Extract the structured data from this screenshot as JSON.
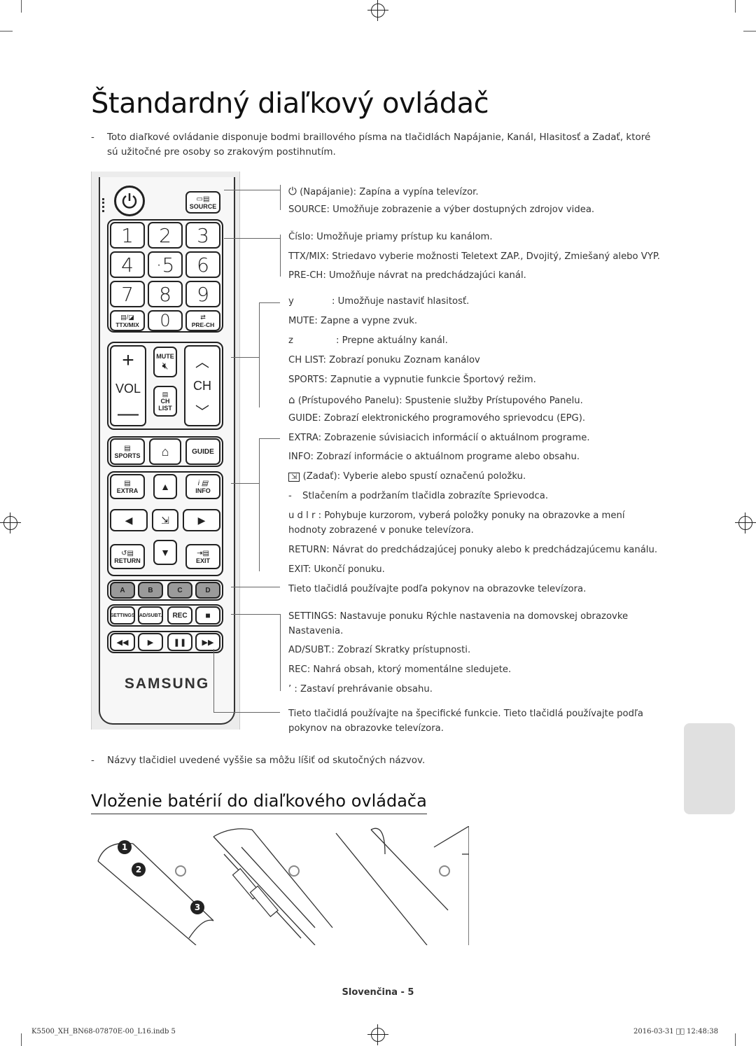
{
  "title": "Štandardný diaľkový ovládač",
  "intro": {
    "dash": "-",
    "text": "Toto diaľkové ovládanie disponuje bodmi braillového písma na tlačidlách Napájanie, Kanál, Hlasitosť a Zadať, ktoré sú užitočné pre osoby so zrakovým postihnutím."
  },
  "descriptions": {
    "power": "(Napájanie): Zapína a vypína televízor.",
    "source": "SOURCE: Umožňuje zobrazenie a výber dostupných zdrojov videa.",
    "number": "Číslo: Umožňuje priamy prístup ku kanálom.",
    "ttx": "TTX/MIX: Striedavo vyberie možnosti Teletext ZAP., Dvojitý, Zmiešaný alebo VYP.",
    "prech": "PRE-CH: Umožňuje návrat na predchádzajúci kanál.",
    "vol_key": "y",
    "vol": ": Umožňuje nastaviť hlasitosť.",
    "mute": "MUTE: Zapne a vypne zvuk.",
    "ch_key": "z",
    "ch": ": Prepne aktuálny kanál.",
    "chlist": "CH LIST:  Zobrazí ponuku Zoznam kanálov",
    "sports": "SPORTS: Zapnutie a vypnutie funkcie Športový režim.",
    "home": "(Prístupového Panelu): Spustenie služby Prístupového Panelu.",
    "guide": "GUIDE: Zobrazí elektronického programového sprievodcu (EPG).",
    "extra": "EXTRA: Zobrazenie súvisiacich informácií o aktuálnom programe.",
    "info": "INFO: Zobrazí informácie o aktuálnom programe alebo obsahu.",
    "enter": "(Zadať): Vyberie alebo spustí označenú položku.",
    "enter_sub_dash": "-",
    "enter_sub": "Stlačením a podržaním tlačidla zobrazíte Sprievodca.",
    "udlr": "u  d  l  r : Pohybuje kurzorom, vyberá položky ponuky na obrazovke a mení hodnoty zobrazené v ponuke televízora.",
    "return": "RETURN: Návrat do predchádzajúcej ponuky alebo k predchádzajúcemu kanálu.",
    "exit": "EXIT: Ukončí ponuku.",
    "color": "Tieto tlačidlá používajte podľa pokynov na obrazovke televízora.",
    "settings": "SETTINGS: Nastavuje ponuku Rýchle nastavenia na domovskej obrazovke Nastavenia.",
    "adsubt": "AD/SUBT.: Zobrazí Skratky prístupnosti.",
    "rec": "REC: Nahrá obsah, ktorý momentálne sledujete.",
    "stop": "’ : Zastaví prehrávanie obsahu.",
    "media": "Tieto tlačidlá používajte na špecifické funkcie. Tieto tlačidlá používajte podľa pokynov na obrazovke televízora."
  },
  "remote": {
    "source": "SOURCE",
    "digits": [
      "1",
      "2",
      "3",
      "4",
      "·5",
      "6",
      "7",
      "8",
      "9"
    ],
    "zero": "0",
    "ttxmix": "TTX/MIX",
    "prech": "PRE-CH",
    "mute": "MUTE",
    "vol": "VOL",
    "ch": "CH",
    "chlist1": "CH",
    "chlist2": "LIST",
    "sports": "SPORTS",
    "guide": "GUIDE",
    "extra": "EXTRA",
    "info": "INFO",
    "return": "RETURN",
    "exit": "EXIT",
    "colors": [
      "A",
      "B",
      "C",
      "D"
    ],
    "settings": "SETTINGS",
    "adsubt": "AD/SUBT.",
    "rec": "REC",
    "brand": "SAMSUNG"
  },
  "note": {
    "dash": "-",
    "text": "Názvy tlačidiel uvedené vyššie sa môžu líšiť od skutočných názvov."
  },
  "section2_title": "Vloženie batérií do diaľkového ovládača",
  "steps": [
    "1",
    "2",
    "3"
  ],
  "footer": "Slovenčina - 5",
  "print_left": "K5500_XH_BN68-07870E-00_L16.indb   5",
  "print_right": "2016-03-31   ￿￿ 12:48:38",
  "colors": {
    "key_a": "#9a9a9a",
    "key_b": "#9a9a9a",
    "key_c": "#9a9a9a",
    "key_d": "#9a9a9a",
    "side_tab": "#e0e0e0"
  }
}
